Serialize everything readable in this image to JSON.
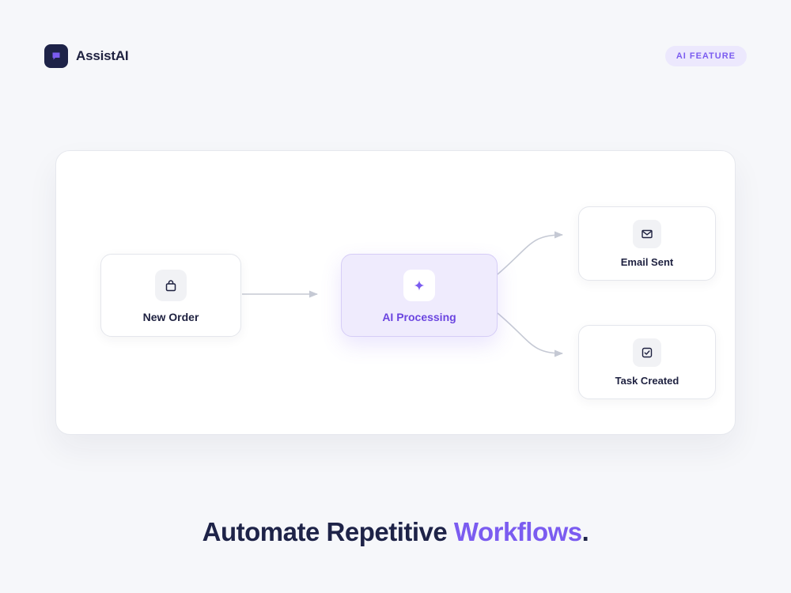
{
  "brand": {
    "name": "AssistAI",
    "logo_icon": "chat-bubble-icon",
    "logo_bg": "#1e2348",
    "logo_accent": "#7b5cf0"
  },
  "badge": {
    "label": "AI FEATURE"
  },
  "workflow": {
    "nodes": [
      {
        "id": "new-order",
        "label": "New Order",
        "icon": "shopping-bag-icon"
      },
      {
        "id": "ai-processing",
        "label": "AI Processing",
        "icon": "sparkle-icon"
      },
      {
        "id": "email-sent",
        "label": "Email Sent",
        "icon": "envelope-icon"
      },
      {
        "id": "task-created",
        "label": "Task Created",
        "icon": "checkbox-icon"
      }
    ]
  },
  "headline": {
    "main": "Automate Repetitive ",
    "accent": "Workflows",
    "end": "."
  },
  "colors": {
    "accent": "#7b5cf0",
    "text_dark": "#1e2348",
    "ai_node_bg": "#efebfd",
    "connector": "#c5c9d4"
  }
}
